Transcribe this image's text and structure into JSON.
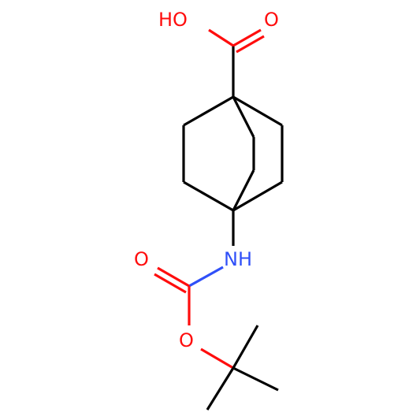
{
  "molecule": {
    "atom_labels": {
      "hydroxyl": "HO",
      "carbonyl_acid_oxygen": "O",
      "amine": "NH",
      "carbonyl_carbamate_oxygen": "O",
      "ester_oxygen": "O"
    },
    "colors": {
      "bond": "#000000",
      "oxygen": "#ff0d0d",
      "nitrogen": "#3050f8",
      "background": "#ffffff"
    }
  }
}
